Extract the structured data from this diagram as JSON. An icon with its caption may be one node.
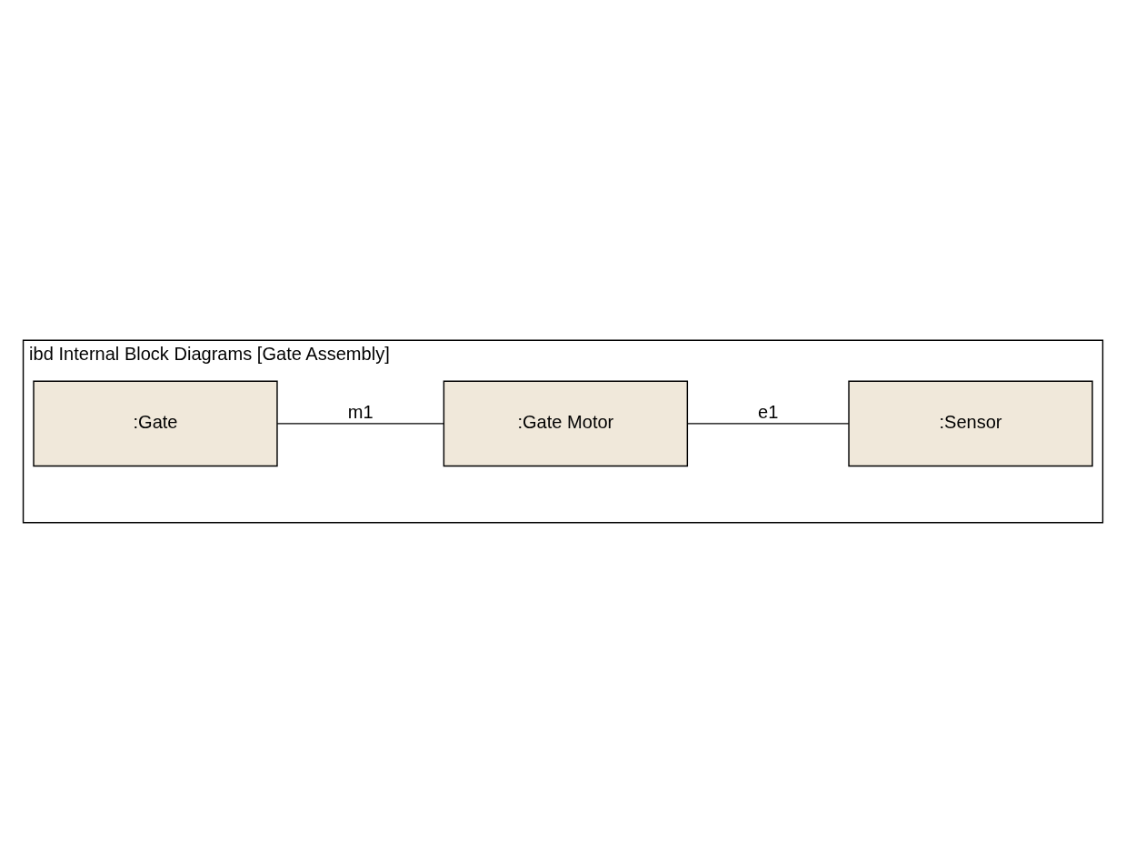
{
  "diagram": {
    "nodes": [
      {
        "text": [
          "ibd Internal Block Diagrams [Gate Assembly]"
        ]
      },
      {
        "text": [
          ":Gate"
        ],
        "in": 0
      },
      {
        "text": [
          ":Gate Motor"
        ],
        "in": 0
      },
      {
        "text": [
          ":Sensor"
        ],
        "in": 0
      }
    ],
    "edges": [
      {
        "from": 1,
        "to": 2,
        "arrow": "none",
        "label": "m1"
      },
      {
        "from": 2,
        "to": 3,
        "arrow": "none",
        "label": "e1"
      }
    ]
  }
}
